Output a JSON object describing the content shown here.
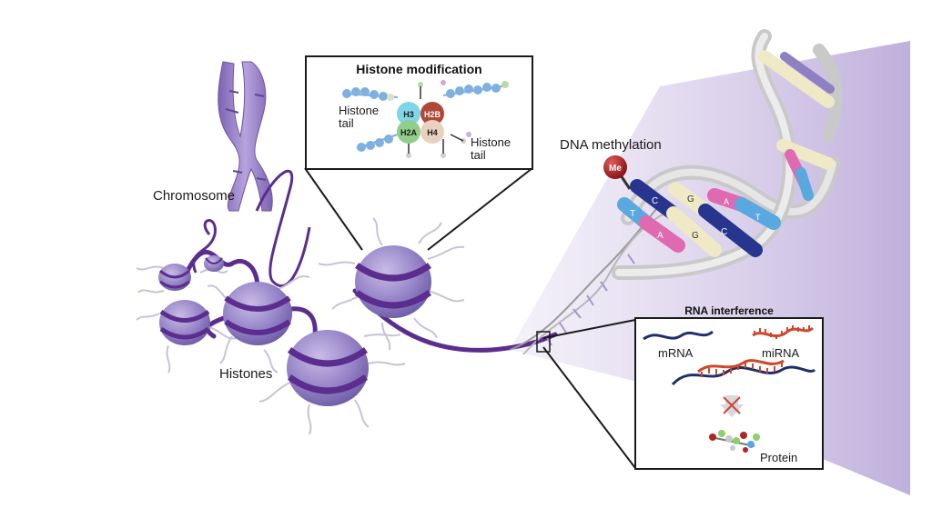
{
  "labels": {
    "chromosome": "Chromosome",
    "histones": "Histones",
    "dna_methylation": "DNA methylation",
    "methyl_tag": "Me"
  },
  "histone_modification": {
    "title": "Histone modification",
    "tail_left_line1": "Histone",
    "tail_left_line2": "tail",
    "tail_right_line1": "Histone",
    "tail_right_line2": "tail",
    "subunits": [
      "H3",
      "H2B",
      "H2A",
      "H4"
    ]
  },
  "rna_interference": {
    "title": "RNA interference",
    "mrna": "mRNA",
    "mirna": "miRNA",
    "protein": "Protein"
  },
  "dna_bases": {
    "pair1": [
      "C",
      "G"
    ],
    "pair2": [
      "T",
      "A"
    ],
    "pair3": [
      "A",
      "T"
    ],
    "pair4": [
      "C",
      "G"
    ]
  },
  "colors": {
    "histone": "#8f7fc0",
    "dna_strand": "#5b2d8e",
    "base_c": "#27358f",
    "base_g": "#efe9c6",
    "base_t": "#5aa8e0",
    "base_a": "#e06ab0",
    "h3": "#7fd6e6",
    "h2b": "#b0483a",
    "h2a": "#8fcf8a",
    "h4": "#e8d2bf",
    "methyl": "#b32424",
    "mirna": "#d0452a",
    "mrna": "#1f2f6b"
  }
}
